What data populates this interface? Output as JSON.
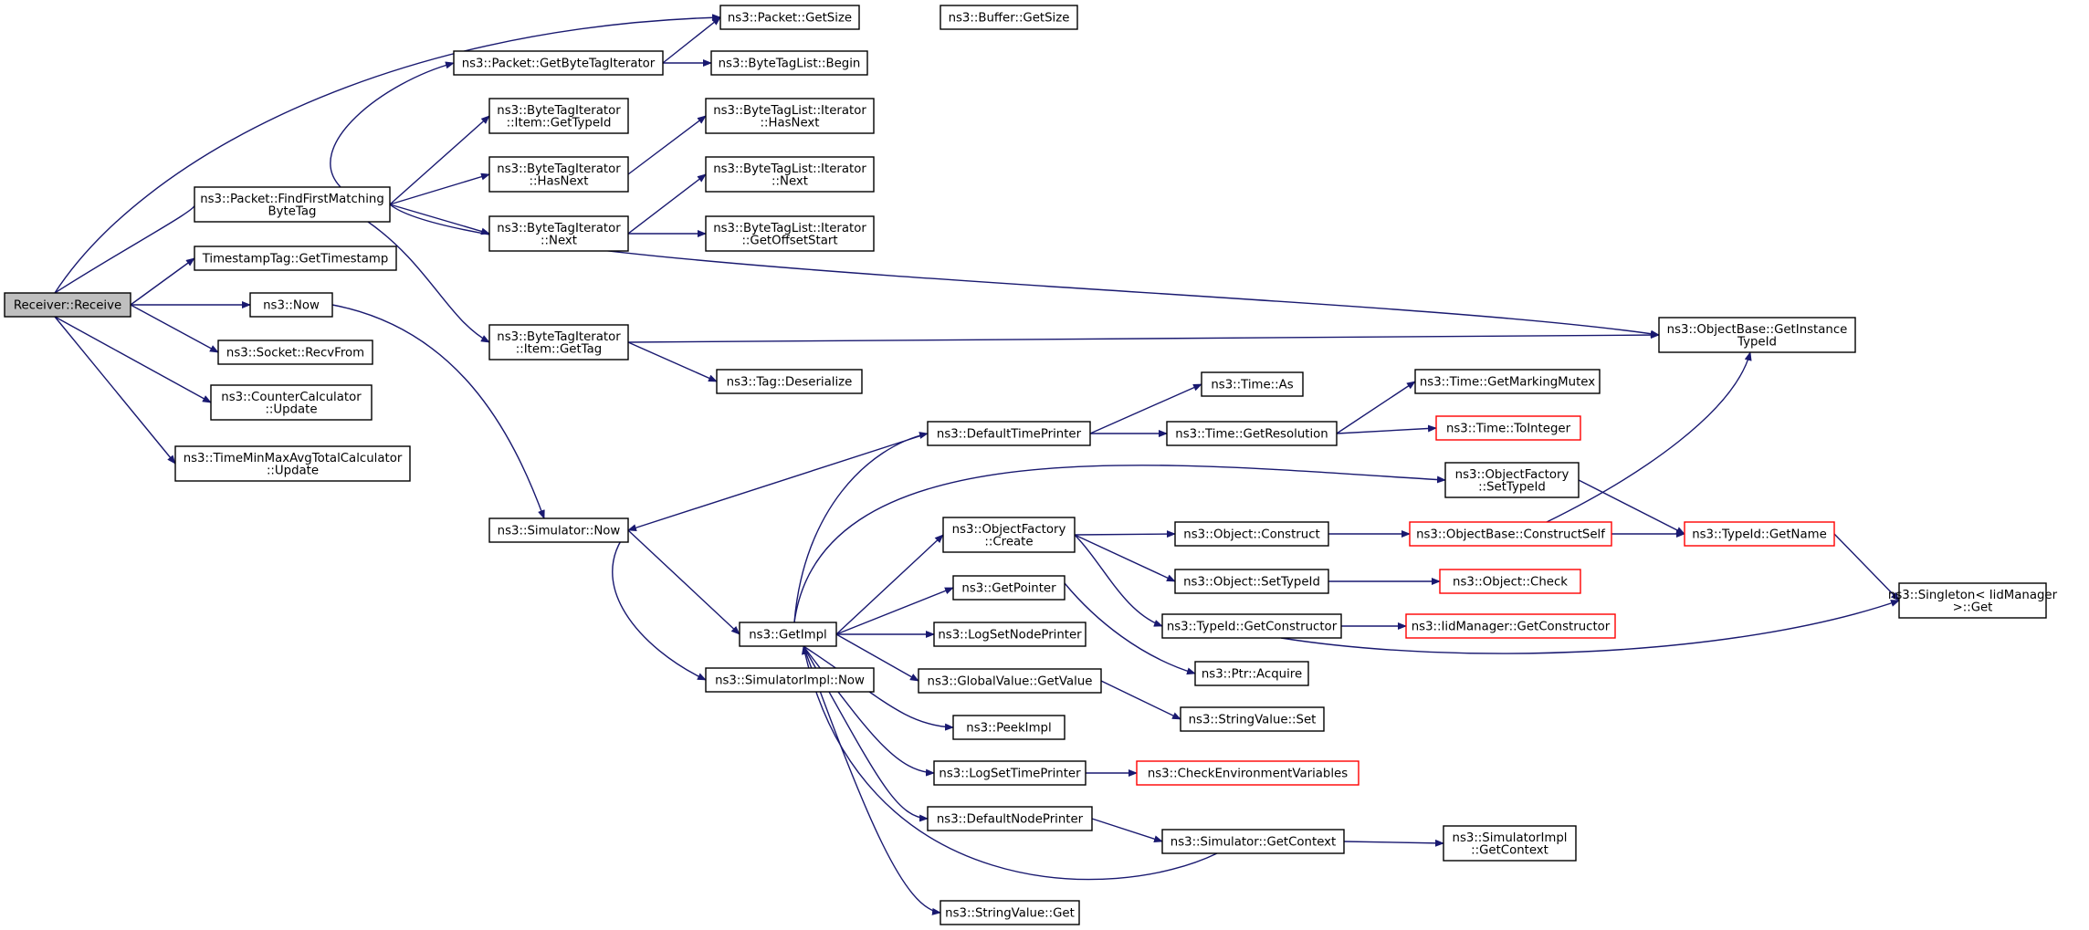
{
  "graph": {
    "edge_color": "#191970",
    "truncated_border_color": "#ff0000",
    "root_fill": "#bfbfbf",
    "nodes": [
      {
        "id": "n0",
        "lines": [
          "Receiver::Receive"
        ]
      },
      {
        "id": "n1",
        "lines": [
          "ns3::Packet::GetSize"
        ]
      },
      {
        "id": "n2",
        "lines": [
          "ns3::Buffer::GetSize"
        ]
      },
      {
        "id": "n3",
        "lines": [
          "ns3::Packet::GetByteTagIterator"
        ]
      },
      {
        "id": "n4",
        "lines": [
          "ns3::ByteTagList::Begin"
        ]
      },
      {
        "id": "n5",
        "lines": [
          "ns3::ByteTagIterator",
          "::Item::GetTypeId"
        ]
      },
      {
        "id": "n6",
        "lines": [
          "ns3::ByteTagList::Iterator",
          "::HasNext"
        ]
      },
      {
        "id": "n7",
        "lines": [
          "ns3::ByteTagIterator",
          "::HasNext"
        ]
      },
      {
        "id": "n8",
        "lines": [
          "ns3::Packet::FindFirstMatching",
          "ByteTag"
        ]
      },
      {
        "id": "n9",
        "lines": [
          "ns3::ByteTagList::Iterator",
          "::Next"
        ]
      },
      {
        "id": "n10",
        "lines": [
          "ns3::ByteTagIterator",
          "::Next"
        ]
      },
      {
        "id": "n11",
        "lines": [
          "ns3::ByteTagList::Iterator",
          "::GetOffsetStart"
        ]
      },
      {
        "id": "n12",
        "lines": [
          "TimestampTag::GetTimestamp"
        ]
      },
      {
        "id": "n13",
        "lines": [
          "ns3::Now"
        ]
      },
      {
        "id": "n14",
        "lines": [
          "ns3::ObjectBase::GetInstance",
          "TypeId"
        ]
      },
      {
        "id": "n15",
        "lines": [
          "ns3::ByteTagIterator",
          "::Item::GetTag"
        ]
      },
      {
        "id": "n16",
        "lines": [
          "ns3::Socket::RecvFrom"
        ]
      },
      {
        "id": "n17",
        "lines": [
          "ns3::Tag::Deserialize"
        ]
      },
      {
        "id": "n18",
        "lines": [
          "ns3::Time::As"
        ]
      },
      {
        "id": "n19",
        "lines": [
          "ns3::Time::GetMarkingMutex"
        ]
      },
      {
        "id": "n20",
        "lines": [
          "ns3::CounterCalculator",
          "::Update"
        ]
      },
      {
        "id": "n21",
        "lines": [
          "ns3::DefaultTimePrinter"
        ]
      },
      {
        "id": "n22",
        "lines": [
          "ns3::Time::GetResolution"
        ]
      },
      {
        "id": "n23",
        "lines": [
          "ns3::Time::ToInteger"
        ],
        "truncated": true
      },
      {
        "id": "n24",
        "lines": [
          "ns3::TimeMinMaxAvgTotalCalculator",
          "::Update"
        ]
      },
      {
        "id": "n25",
        "lines": [
          "ns3::ObjectFactory",
          "::SetTypeId"
        ]
      },
      {
        "id": "n26",
        "lines": [
          "ns3::Simulator::Now"
        ]
      },
      {
        "id": "n27",
        "lines": [
          "ns3::ObjectFactory",
          "::Create"
        ]
      },
      {
        "id": "n28",
        "lines": [
          "ns3::Object::Construct"
        ]
      },
      {
        "id": "n29",
        "lines": [
          "ns3::ObjectBase::ConstructSelf"
        ],
        "truncated": true
      },
      {
        "id": "n30",
        "lines": [
          "ns3::TypeId::GetName"
        ],
        "truncated": true
      },
      {
        "id": "n31",
        "lines": [
          "ns3::Object::SetTypeId"
        ]
      },
      {
        "id": "n32",
        "lines": [
          "ns3::Object::Check"
        ],
        "truncated": true
      },
      {
        "id": "n33",
        "lines": [
          "ns3::GetPointer"
        ]
      },
      {
        "id": "n34",
        "lines": [
          "ns3::Singleton< IidManager",
          " >::Get"
        ]
      },
      {
        "id": "n35",
        "lines": [
          "ns3::TypeId::GetConstructor"
        ]
      },
      {
        "id": "n36",
        "lines": [
          "ns3::IidManager::GetConstructor"
        ],
        "truncated": true
      },
      {
        "id": "n37",
        "lines": [
          "ns3::GetImpl"
        ]
      },
      {
        "id": "n38",
        "lines": [
          "ns3::LogSetNodePrinter"
        ]
      },
      {
        "id": "n39",
        "lines": [
          "ns3::Ptr::Acquire"
        ]
      },
      {
        "id": "n40",
        "lines": [
          "ns3::GlobalValue::GetValue"
        ]
      },
      {
        "id": "n41",
        "lines": [
          "ns3::SimulatorImpl::Now"
        ]
      },
      {
        "id": "n42",
        "lines": [
          "ns3::StringValue::Set"
        ]
      },
      {
        "id": "n43",
        "lines": [
          "ns3::PeekImpl"
        ]
      },
      {
        "id": "n44",
        "lines": [
          "ns3::LogSetTimePrinter"
        ]
      },
      {
        "id": "n45",
        "lines": [
          "ns3::CheckEnvironmentVariables"
        ],
        "truncated": true
      },
      {
        "id": "n46",
        "lines": [
          "ns3::DefaultNodePrinter"
        ]
      },
      {
        "id": "n47",
        "lines": [
          "ns3::Simulator::GetContext"
        ]
      },
      {
        "id": "n48",
        "lines": [
          "ns3::SimulatorImpl",
          "::GetContext"
        ]
      },
      {
        "id": "n49",
        "lines": [
          "ns3::StringValue::Get"
        ]
      }
    ]
  }
}
